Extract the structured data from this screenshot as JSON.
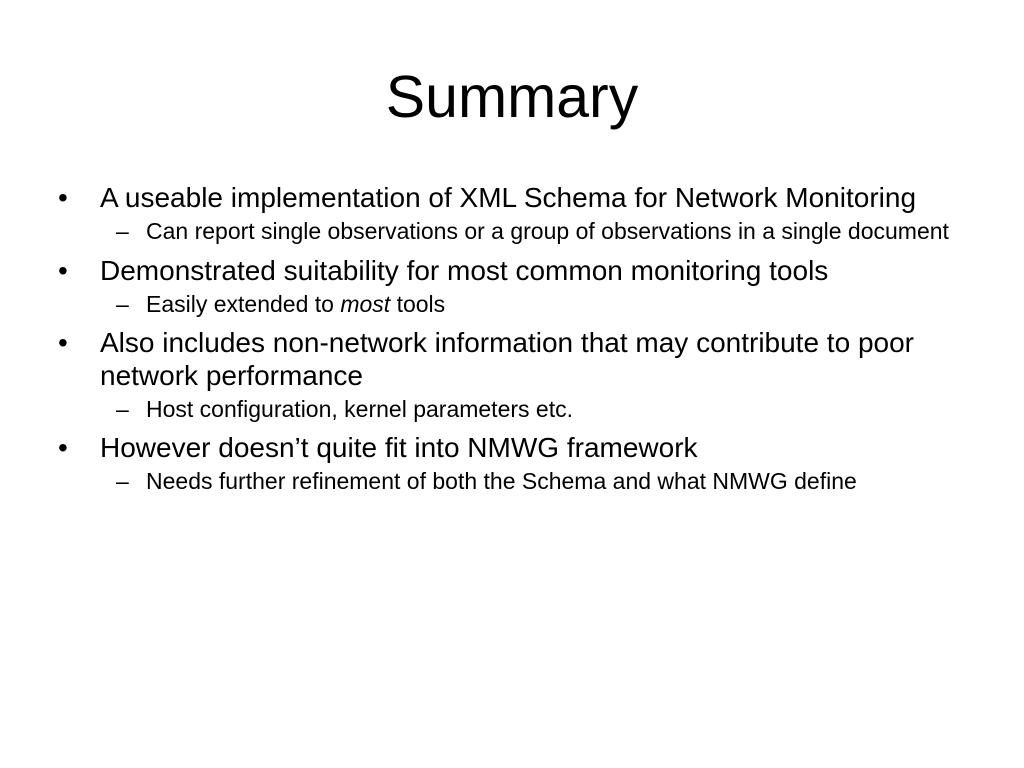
{
  "slide": {
    "title": "Summary",
    "bullet_marker": "•",
    "sub_marker": "–",
    "bullets": [
      {
        "text": "A useable implementation of XML Schema for Network Monitoring",
        "sub": {
          "text": "Can report single observations or a group of observations in a single document"
        }
      },
      {
        "text": "Demonstrated suitability for most common monitoring tools",
        "sub": {
          "before": "Easily extended to ",
          "emphasis": "most",
          "after": " tools"
        }
      },
      {
        "text": "Also includes non-network information that may contribute to poor network performance",
        "sub": {
          "text": "Host configuration, kernel parameters etc."
        }
      },
      {
        "text": "However doesn’t quite fit into NMWG framework",
        "sub": {
          "text": "Needs further refinement of both the Schema and what NMWG define"
        }
      }
    ]
  }
}
